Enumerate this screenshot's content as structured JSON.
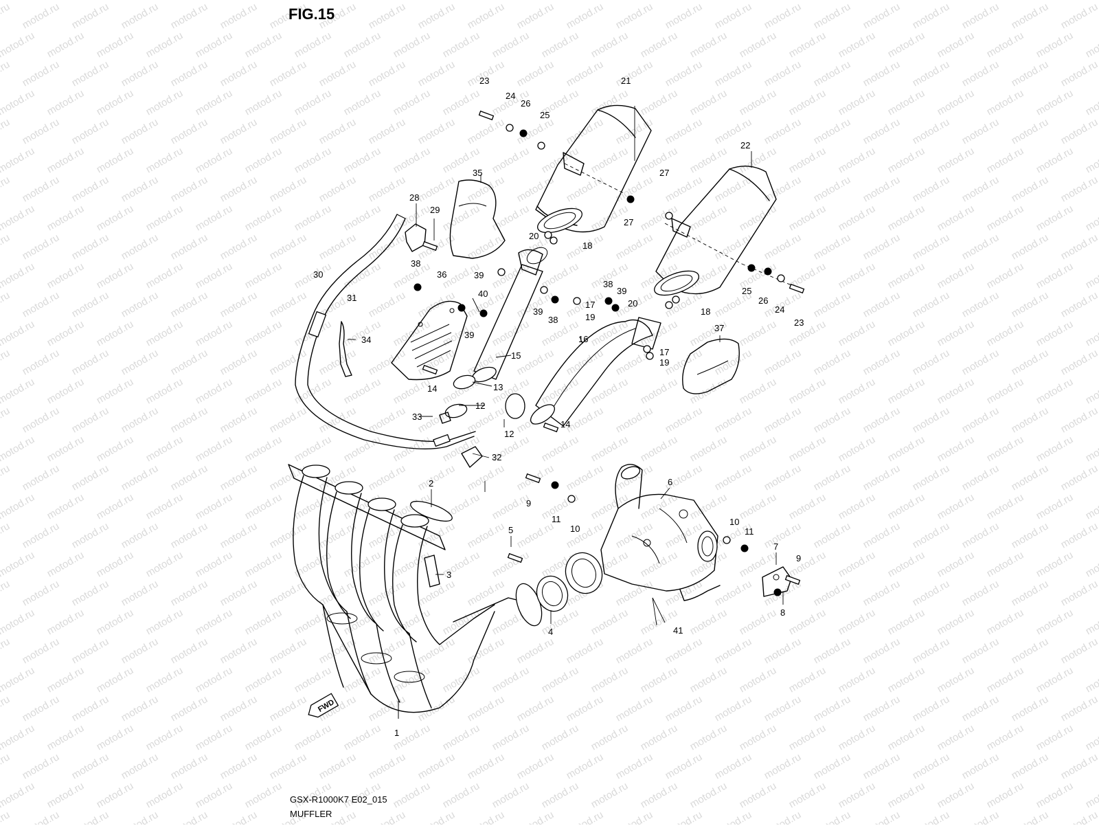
{
  "figure": {
    "title": "FIG.15",
    "model_code": "GSX-R1000K7 E02_015",
    "section_name": "MUFFLER",
    "watermark": "motod.ru",
    "fwd_label": "FWD"
  },
  "callouts": [
    {
      "id": "c1",
      "text": "1"
    },
    {
      "id": "c2",
      "text": "2"
    },
    {
      "id": "c3",
      "text": "3"
    },
    {
      "id": "c4",
      "text": "4"
    },
    {
      "id": "c5",
      "text": "5"
    },
    {
      "id": "c6",
      "text": "6"
    },
    {
      "id": "c7",
      "text": "7"
    },
    {
      "id": "c8",
      "text": "8"
    },
    {
      "id": "c9a",
      "text": "9"
    },
    {
      "id": "c9b",
      "text": "9"
    },
    {
      "id": "c10a",
      "text": "10"
    },
    {
      "id": "c10b",
      "text": "10"
    },
    {
      "id": "c11a",
      "text": "11"
    },
    {
      "id": "c11b",
      "text": "11"
    },
    {
      "id": "c12a",
      "text": "12"
    },
    {
      "id": "c12b",
      "text": "12"
    },
    {
      "id": "c13",
      "text": "13"
    },
    {
      "id": "c14a",
      "text": "14"
    },
    {
      "id": "c14b",
      "text": "14"
    },
    {
      "id": "c15",
      "text": "15"
    },
    {
      "id": "c16",
      "text": "16"
    },
    {
      "id": "c17a",
      "text": "17"
    },
    {
      "id": "c17b",
      "text": "17"
    },
    {
      "id": "c18a",
      "text": "18"
    },
    {
      "id": "c18b",
      "text": "18"
    },
    {
      "id": "c19a",
      "text": "19"
    },
    {
      "id": "c19b",
      "text": "19"
    },
    {
      "id": "c20a",
      "text": "20"
    },
    {
      "id": "c20b",
      "text": "20"
    },
    {
      "id": "c21",
      "text": "21"
    },
    {
      "id": "c22",
      "text": "22"
    },
    {
      "id": "c23a",
      "text": "23"
    },
    {
      "id": "c23b",
      "text": "23"
    },
    {
      "id": "c24a",
      "text": "24"
    },
    {
      "id": "c24b",
      "text": "24"
    },
    {
      "id": "c25a",
      "text": "25"
    },
    {
      "id": "c25b",
      "text": "25"
    },
    {
      "id": "c26a",
      "text": "26"
    },
    {
      "id": "c26b",
      "text": "26"
    },
    {
      "id": "c27a",
      "text": "27"
    },
    {
      "id": "c27b",
      "text": "27"
    },
    {
      "id": "c28",
      "text": "28"
    },
    {
      "id": "c29",
      "text": "29"
    },
    {
      "id": "c30",
      "text": "30"
    },
    {
      "id": "c31",
      "text": "31"
    },
    {
      "id": "c32",
      "text": "32"
    },
    {
      "id": "c33",
      "text": "33"
    },
    {
      "id": "c34",
      "text": "34"
    },
    {
      "id": "c35",
      "text": "35"
    },
    {
      "id": "c36",
      "text": "36"
    },
    {
      "id": "c37",
      "text": "37"
    },
    {
      "id": "c38a",
      "text": "38"
    },
    {
      "id": "c38b",
      "text": "38"
    },
    {
      "id": "c38c",
      "text": "38"
    },
    {
      "id": "c39a",
      "text": "39"
    },
    {
      "id": "c39b",
      "text": "39"
    },
    {
      "id": "c39c",
      "text": "39"
    },
    {
      "id": "c39d",
      "text": "39"
    },
    {
      "id": "c40",
      "text": "40"
    },
    {
      "id": "c41",
      "text": "41"
    }
  ]
}
